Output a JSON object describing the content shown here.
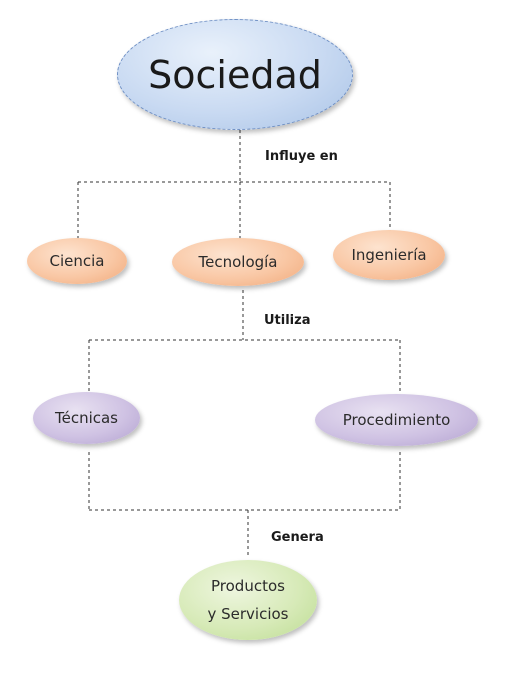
{
  "diagram": {
    "root": "Sociedad",
    "relations": {
      "influye": "Influye en",
      "utiliza": "Utiliza",
      "genera": "Genera"
    },
    "influenced": [
      "Ciencia",
      "Tecnología",
      "Ingeniería"
    ],
    "used": [
      "Técnicas",
      "Procedimiento"
    ],
    "result_line1": "Productos",
    "result_line2": "y Servicios"
  },
  "colors": {
    "root": "#c9daf2",
    "influenced": "#f9c7a4",
    "used": "#cfc2e3",
    "result": "#d7eab8",
    "connector": "#333333"
  }
}
